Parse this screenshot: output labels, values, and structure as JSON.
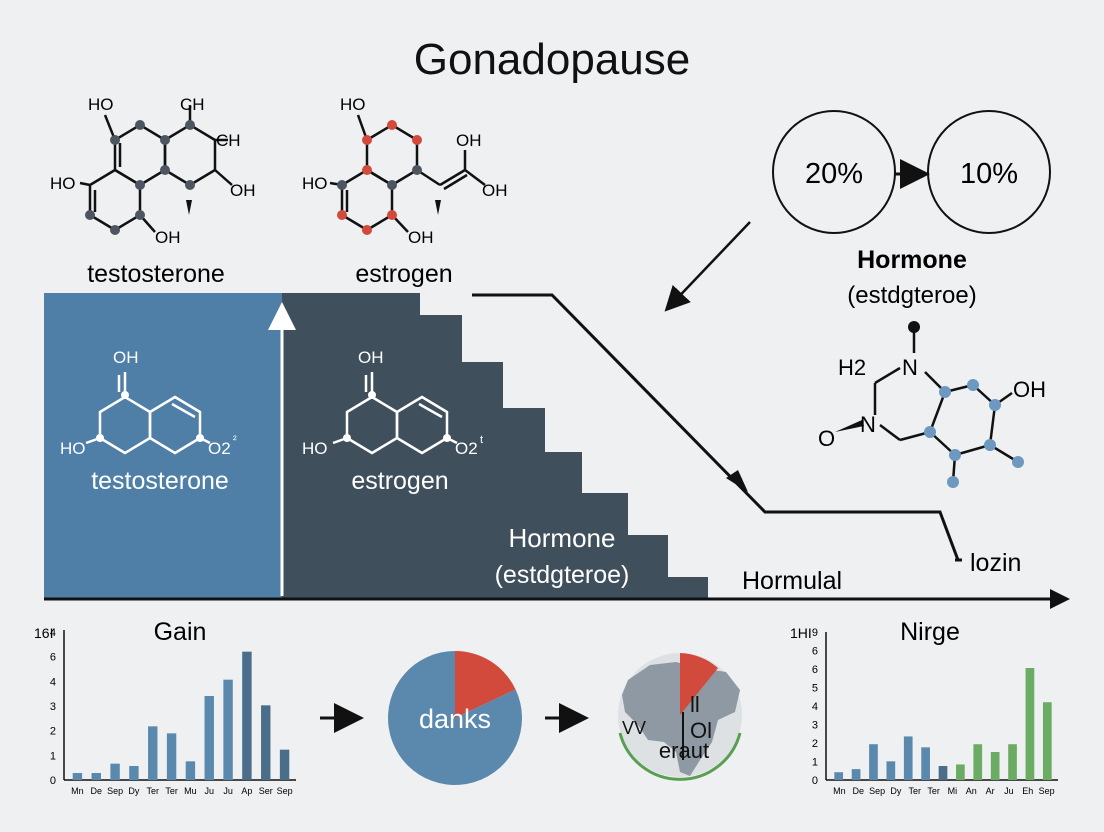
{
  "title": "Gonadopause",
  "molecules": {
    "testosterone_top": {
      "name": "testosterone",
      "atoms": [
        "HO",
        "CH",
        "CH",
        "HO",
        "OH",
        "OH"
      ]
    },
    "estrogen_top": {
      "name": "estrogen",
      "atoms": [
        "HO",
        "OH",
        "HO",
        "OH",
        "OH"
      ]
    },
    "testosterone_block": {
      "name": "testosterone",
      "atoms": [
        "OH",
        "HO",
        "O2",
        "²"
      ]
    },
    "estrogen_block": {
      "name": "estrogen",
      "atoms": [
        "OH",
        "HO",
        "O2",
        "t"
      ]
    },
    "right_molecule": {
      "atoms": [
        "H2",
        "N",
        "OH",
        "O",
        "N"
      ]
    }
  },
  "percent_circles": {
    "left": "20%",
    "right": "10%"
  },
  "hormone_right": {
    "title": "Hormone",
    "subtitle": "(estdgteroe)"
  },
  "decline_block": {
    "title": "Hormone",
    "subtitle": "(estdgteroe)"
  },
  "axis_label": "Hormulal",
  "end_label": "lozin",
  "colors": {
    "blue_block": "#4f7fa6",
    "slate_block": "#3f4f5c",
    "pie_blue": "#5b89ad",
    "pie_red": "#d24a3c",
    "atom_blue": "#6d98bf",
    "atom_red": "#d24a3c",
    "bar_green": "#6cab63"
  },
  "charts": [
    {
      "type": "bar",
      "title": "Gain",
      "ylabel": "16I",
      "yticks": [
        "0",
        "1",
        "2",
        "3",
        "4",
        "6",
        "4"
      ],
      "categories": [
        "Mn",
        "De",
        "Sep",
        "Dy",
        "Ter",
        "Ter",
        "Mu",
        "Ju",
        "Ju",
        "Ap",
        "Ser",
        "Sep"
      ],
      "values": [
        0.3,
        0.3,
        0.7,
        0.6,
        2.3,
        2.0,
        0.8,
        3.6,
        4.3,
        5.5,
        3.2,
        1.3
      ],
      "ylim": [
        0,
        6
      ]
    },
    {
      "type": "bar",
      "title": "Nirge",
      "ylabel": "1HI",
      "yticks": [
        "0",
        "1",
        "2",
        "3",
        "4",
        "5",
        "6",
        "6",
        "9"
      ],
      "categories": [
        "Mn",
        "De",
        "Sep",
        "Dy",
        "Ter",
        "Ter",
        "Mi",
        "An",
        "Ar",
        "Ju",
        "Eh",
        "Sep"
      ],
      "values": [
        0.5,
        0.7,
        2.3,
        1.2,
        2.8,
        2.1,
        0.9,
        1.0,
        2.3,
        1.8,
        2.3,
        7.2,
        5.0
      ],
      "ylim": [
        0,
        9
      ]
    }
  ],
  "pie": {
    "label": "danks",
    "values": [
      82,
      18
    ]
  },
  "globe": {
    "labels": [
      "ll",
      "Ol",
      "VV",
      "eraut"
    ]
  }
}
